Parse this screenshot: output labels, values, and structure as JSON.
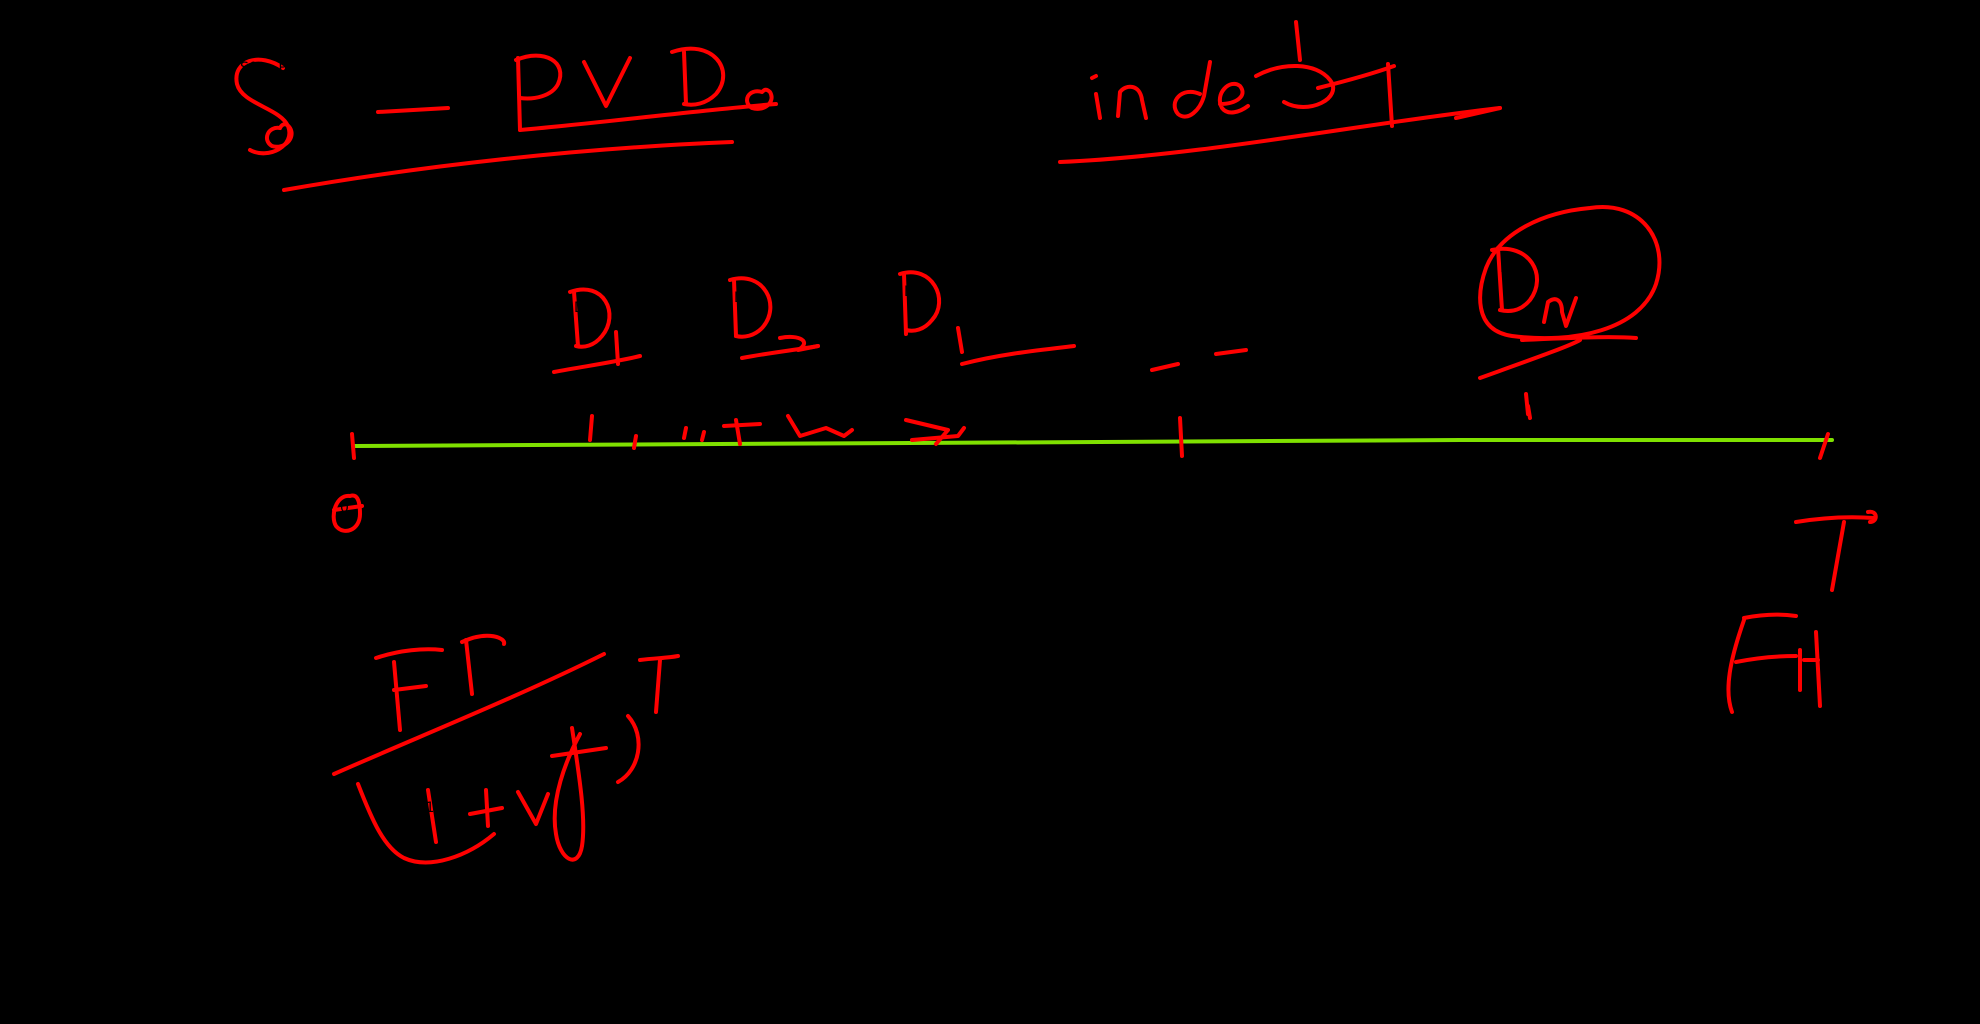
{
  "board": {
    "background_color": "#000000",
    "ink_color": "#ff0000",
    "timeline_color": "#7fe000"
  },
  "handwriting": {
    "formula_top_left": "S0 − PV D0",
    "word_top_right": "index",
    "dividends": [
      "D1",
      "D2",
      "D3",
      "- -",
      "Dn"
    ],
    "time_start": "0",
    "time_end": "T",
    "fraction_numerator": "FP",
    "fraction_denominator": "(1+rf)T",
    "right_label": "FH"
  }
}
